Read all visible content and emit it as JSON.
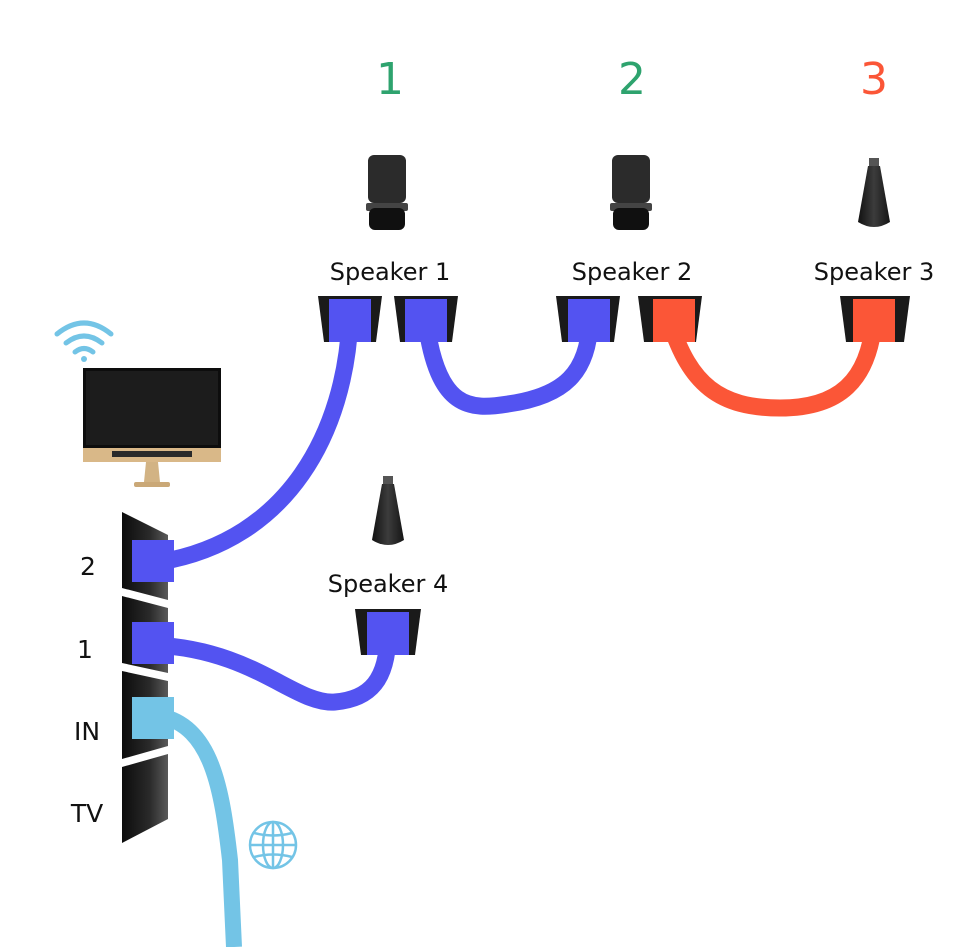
{
  "colors": {
    "blue": "#5353f1",
    "red": "#fb5637",
    "light_blue": "#73c4e6",
    "green": "#2ea36e",
    "dark": "#1a1a1a"
  },
  "groups": {
    "g1": "1",
    "g2": "2",
    "g3": "3"
  },
  "speakers": {
    "s1": "Speaker 1",
    "s2": "Speaker 2",
    "s3": "Speaker 3",
    "s4": "Speaker 4"
  },
  "tv_ports": {
    "p2": "2",
    "p1": "1",
    "in": "IN",
    "tv": "TV"
  },
  "icons": {
    "wifi": "wifi-icon",
    "globe": "globe-icon",
    "tv": "television-icon",
    "speaker_round": "round-speaker-icon",
    "speaker_cone": "cone-speaker-icon"
  }
}
